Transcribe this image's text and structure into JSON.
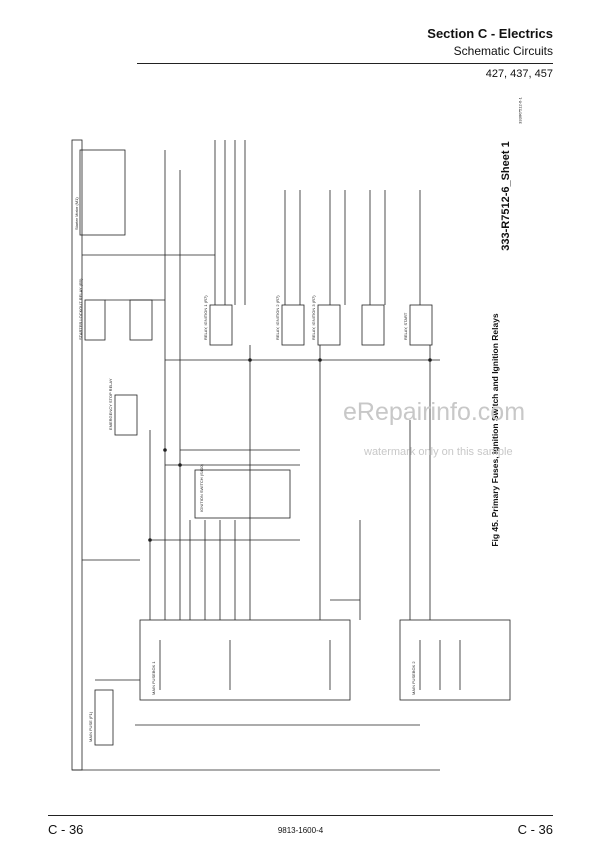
{
  "header": {
    "section_title": "Section C - Electrics",
    "subtitle": "Schematic Circuits",
    "models": "427, 437, 457"
  },
  "drawing": {
    "sheet_label": "333-R7512-6_Sheet 1",
    "sheet_code": "333/R7512-6-1",
    "caption": "Fig 45. Primary Fuses, Ignition Switch and Ignition Relays",
    "component_labels": {
      "main_fusebox_1": "MAIN FUSEBOX 1",
      "main_fusebox_2": "MAIN FUSEBOX 2",
      "ignition_switch": "IGNITION SWITCH (S400)",
      "relay_1": "RELAY, IGNITION 1 (R7)",
      "relay_2": "RELAY, IGNITION 2 (R7)",
      "relay_3": "RELAY, IGNITION 3 (R7)",
      "relay_4": "RELAY, START",
      "starter_lockout_relay": "STARTER LOCKOUT RELAY (R5)",
      "emergency_stop_relay": "EMERGENCY STOP RELAY",
      "starter_motor": "Starter Motor (M1)",
      "main_fuse": "MAIN FUSE (F1)"
    }
  },
  "watermark": {
    "brand": "eRepairinfo.com",
    "note": "watermark only on this sample"
  },
  "footer": {
    "page_left": "C - 36",
    "doc_number": "9813-1600-4",
    "page_right": "C - 36"
  }
}
